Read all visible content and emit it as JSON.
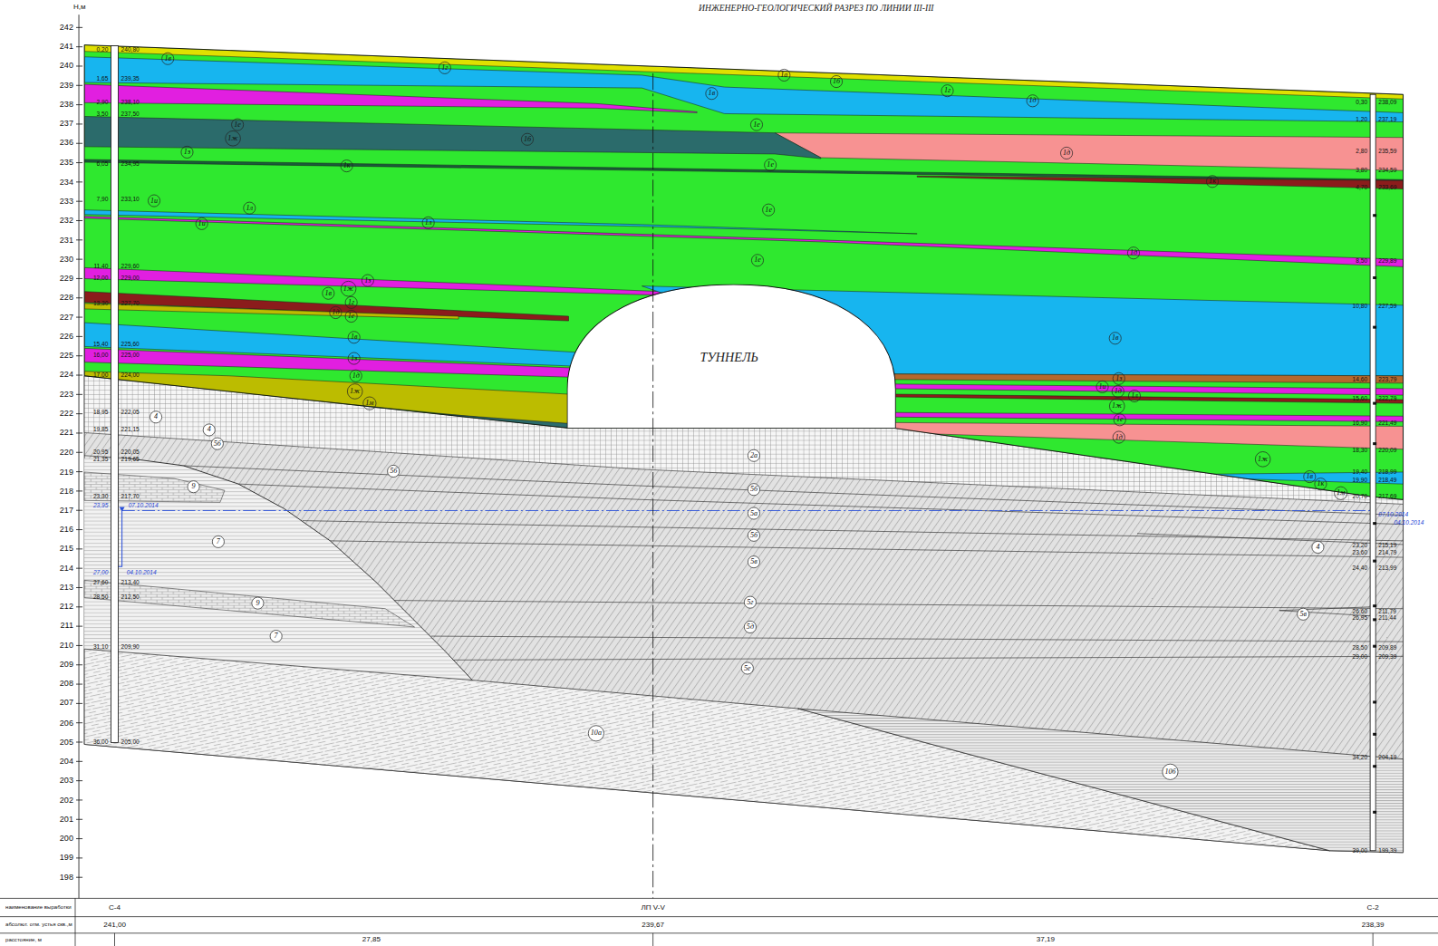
{
  "diagram": {
    "title": "ИНЖЕНЕРНО-ГЕОЛОГИЧЕСКИЙ РАЗРЕЗ ПО ЛИНИИ III-III",
    "nodes": [
      {
        "text": [
          "ТУННЕЛЬ"
        ]
      }
    ],
    "labels": [
      "Н,м",
      "242",
      "241",
      "240",
      "239",
      "238",
      "237",
      "236",
      "235",
      "234",
      "233",
      "232",
      "231",
      "230",
      "229",
      "228",
      "227",
      "226",
      "225",
      "224",
      "223",
      "222",
      "221",
      "220",
      "219",
      "218",
      "217",
      "216",
      "215",
      "214",
      "213",
      "212",
      "211",
      "210",
      "209",
      "208",
      "207",
      "206",
      "205",
      "204",
      "203",
      "202",
      "201",
      "200",
      "199",
      "198",
      "1в",
      "1г",
      "1а",
      "1б",
      "1г",
      "1д",
      "1в",
      "1е",
      "1ж",
      "1б",
      "1з",
      "1е",
      "1д",
      "1к",
      "1е",
      "1к",
      "1и",
      "1л",
      "1и",
      "1л",
      "1е",
      "1д",
      "1е",
      "1з",
      "1ж",
      "1в",
      "1г",
      "1д",
      "1е",
      "1в",
      "1з",
      "1д",
      "1ж",
      "1м",
      "1в",
      "1з",
      "1и",
      "1д",
      "1л",
      "1ж",
      "1е",
      "1д",
      "1ж",
      "1в",
      "1к",
      "1м",
      "4",
      "4",
      "5б",
      "5б",
      "9",
      "7",
      "9",
      "7",
      "10а",
      "10б",
      "2а",
      "5б",
      "5а",
      "5б",
      "5в",
      "5г",
      "5д",
      "5е",
      "4",
      "5в",
      "0,20",
      "240,80",
      "1,65",
      "239,35",
      "2,90",
      "238,10",
      "3,50",
      "237,50",
      "6,05",
      "234,95",
      "7,90",
      "233,10",
      "11,40",
      "229,60",
      "12,00",
      "229,00",
      "13,30",
      "227,70",
      "15,40",
      "225,60",
      "16,00",
      "225,00",
      "17,00",
      "224,00",
      "18,95",
      "222,05",
      "19,85",
      "221,15",
      "20,95",
      "220,05",
      "21,35",
      "219,65",
      "23,30",
      "217,70",
      "27,60",
      "213,40",
      "28,50",
      "212,50",
      "31,10",
      "209,90",
      "36,00",
      "205,00",
      "0,30",
      "238,09",
      "1,20",
      "237,19",
      "2,80",
      "235,59",
      "3,80",
      "234,59",
      "4,70",
      "233,69",
      "8,50",
      "229,89",
      "10,80",
      "227,59",
      "14,60",
      "223,79",
      "15,60",
      "222,79",
      "16,90",
      "221,49",
      "18,30",
      "220,09",
      "19,40",
      "218,99",
      "19,90",
      "218,49",
      "20,70",
      "217,69",
      "23,20",
      "215,19",
      "23,60",
      "214,79",
      "24,40",
      "213,99",
      "26,60",
      "211,79",
      "26,95",
      "211,44",
      "28,50",
      "209,89",
      "29,00",
      "209,39",
      "34,20",
      "204,19",
      "39,00",
      "199,39",
      "23,95",
      "07.10.2014",
      "27,00",
      "04.10.2014",
      "07.10.2014",
      "04.10.2014",
      "наименование выработки",
      "С-4",
      "ЛП V-V",
      "С-2",
      "абсолют. отм. устья скв.,м",
      "241,00",
      "239,67",
      "238,39",
      "расстояние, м",
      "27,85",
      "37,19"
    ]
  }
}
